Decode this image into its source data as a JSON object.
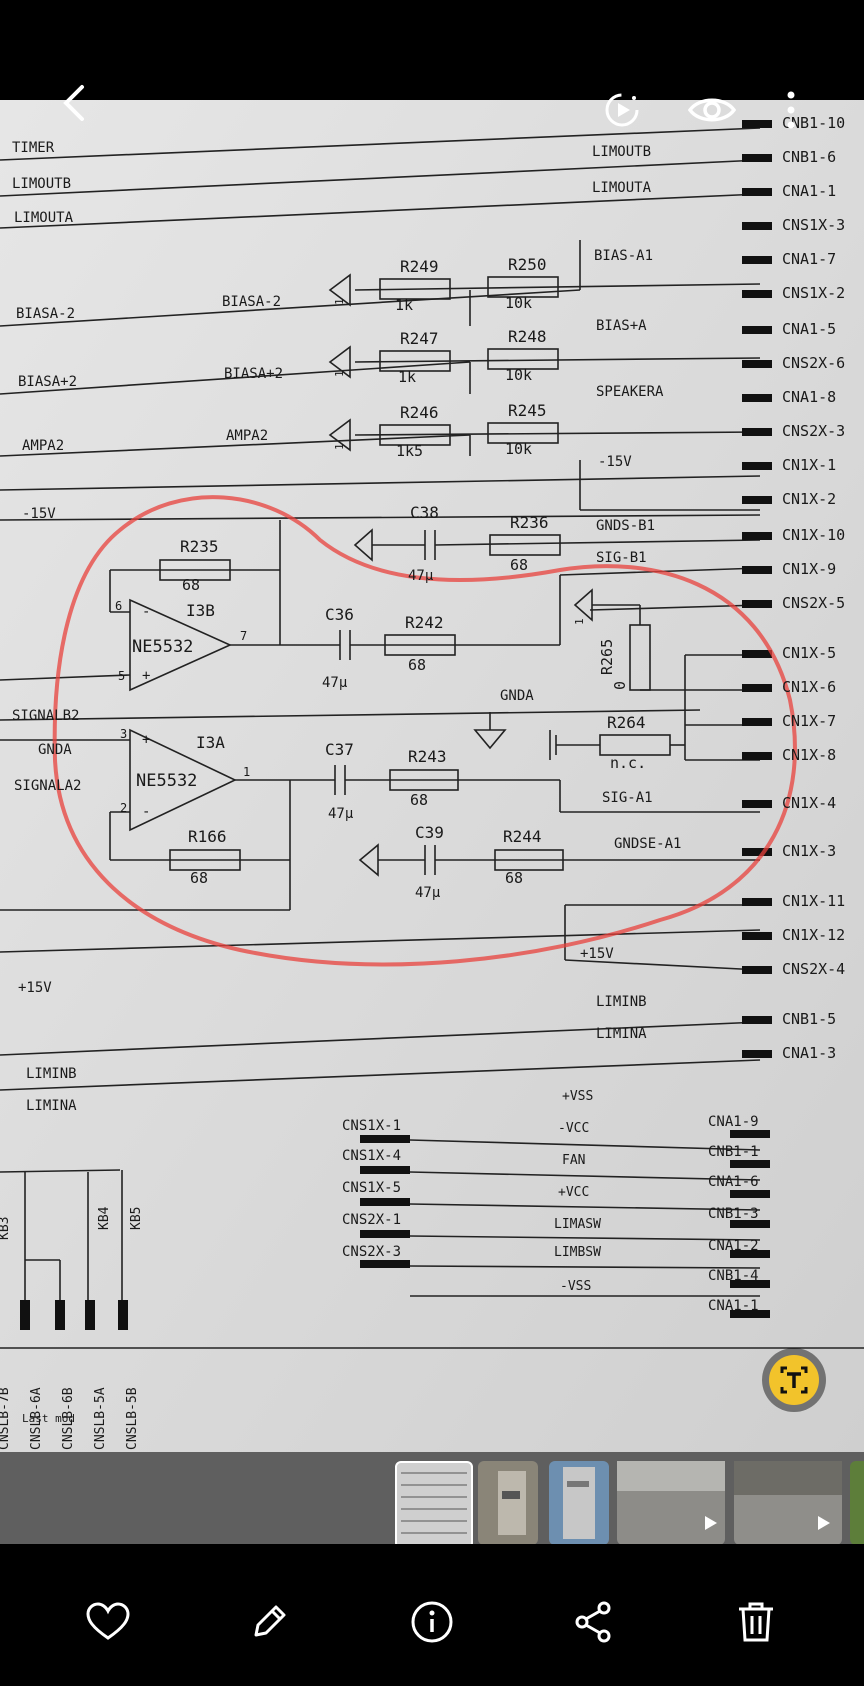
{
  "toolbar": {
    "back_icon": "chevron-left-icon",
    "remaster_icon": "auto-enhance-icon",
    "view_icon": "eye-icon",
    "more_icon": "more-vertical-icon"
  },
  "schematic": {
    "left_labels": [
      "TIMER",
      "LIMOUTB",
      "LIMOUTA",
      "BIASA-2",
      "BIASA+2",
      "AMPA2",
      "-15V",
      "SIGNALB2",
      "GNDA",
      "SIGNALA2",
      "+15V",
      "LIMINB",
      "LIMINA"
    ],
    "mid_labels": [
      "BIASA-2",
      "BIASA+2",
      "AMPA2"
    ],
    "resistors": [
      {
        "ref": "R249",
        "val": "1k"
      },
      {
        "ref": "R250",
        "val": "10k"
      },
      {
        "ref": "R247",
        "val": "1k"
      },
      {
        "ref": "R248",
        "val": "10k"
      },
      {
        "ref": "R246",
        "val": "1k5"
      },
      {
        "ref": "R245",
        "val": "10k"
      },
      {
        "ref": "R236",
        "val": "68"
      },
      {
        "ref": "R235",
        "val": "68"
      },
      {
        "ref": "R242",
        "val": "68"
      },
      {
        "ref": "R265",
        "val": "0"
      },
      {
        "ref": "R264",
        "val": "n.c."
      },
      {
        "ref": "R243",
        "val": "68"
      },
      {
        "ref": "R166",
        "val": "68"
      },
      {
        "ref": "R244",
        "val": "68"
      }
    ],
    "capacitors": [
      {
        "ref": "C38",
        "val": "47μ"
      },
      {
        "ref": "C36",
        "val": "47μ"
      },
      {
        "ref": "C37",
        "val": "47μ"
      },
      {
        "ref": "C39",
        "val": "47μ"
      }
    ],
    "opamps": [
      {
        "ref": "I3B",
        "part": "NE5532",
        "pin_minus": "6",
        "pin_plus": "5",
        "pin_out": "7"
      },
      {
        "ref": "I3A",
        "part": "NE5532",
        "pin_plus": "3",
        "pin_minus": "2",
        "pin_out": "1"
      }
    ],
    "net_labels": [
      "LIMOUTB",
      "LIMOUTA",
      "BIAS-A1",
      "BIAS+A",
      "SPEAKERA",
      "-15V",
      "GNDS-B1",
      "SIG-B1",
      "GNDA",
      "SIG-A1",
      "GNDSE-A1",
      "+15V",
      "LIMINB",
      "LIMINA"
    ],
    "connectors_right": [
      "CNB1-10",
      "CNB1-6",
      "CNA1-1",
      "CNS1X-3",
      "CNA1-7",
      "CNS1X-2",
      "CNA1-5",
      "CNS2X-6",
      "CNA1-8",
      "CNS2X-3",
      "CN1X-1",
      "CN1X-2",
      "CN1X-10",
      "CN1X-9",
      "CNS2X-5",
      "CN1X-5",
      "CN1X-6",
      "CN1X-7",
      "CN1X-8",
      "CN1X-4",
      "CN1X-3",
      "CN1X-11",
      "CN1X-12",
      "CNS2X-4",
      "CNB1-5",
      "CNA1-3"
    ],
    "pin_one": "1",
    "bottom_left_connectors": [
      "CNS1X-1",
      "CNS1X-4",
      "CNS1X-5",
      "CNS2X-1",
      "CNS2X-3"
    ],
    "bottom_signals": [
      "+VSS",
      "-VCC",
      "FAN",
      "+VCC",
      "LIMASW",
      "LIMBSW",
      "-VSS"
    ],
    "bottom_right_connectors": [
      "CNA1-9",
      "CNB1-1",
      "CNA1-6",
      "CNB1-3",
      "CNA1-2",
      "CNB1-4",
      "CNA1-1"
    ],
    "bottom_vertical_labels": [
      "KB3",
      "KB4",
      "KB5",
      "CNSLB-7B",
      "CNSLB-6A",
      "CNSLB-6B",
      "CNSLB-5A",
      "CNSLB-5B"
    ],
    "footer_text": "Last mod"
  },
  "text_extract_icon": "text-extract-icon",
  "filmstrip": {
    "count": 6
  },
  "bottombar": {
    "favorite_icon": "heart-icon",
    "edit_icon": "pencil-icon",
    "info_icon": "info-icon",
    "share_icon": "share-icon",
    "delete_icon": "trash-icon"
  }
}
